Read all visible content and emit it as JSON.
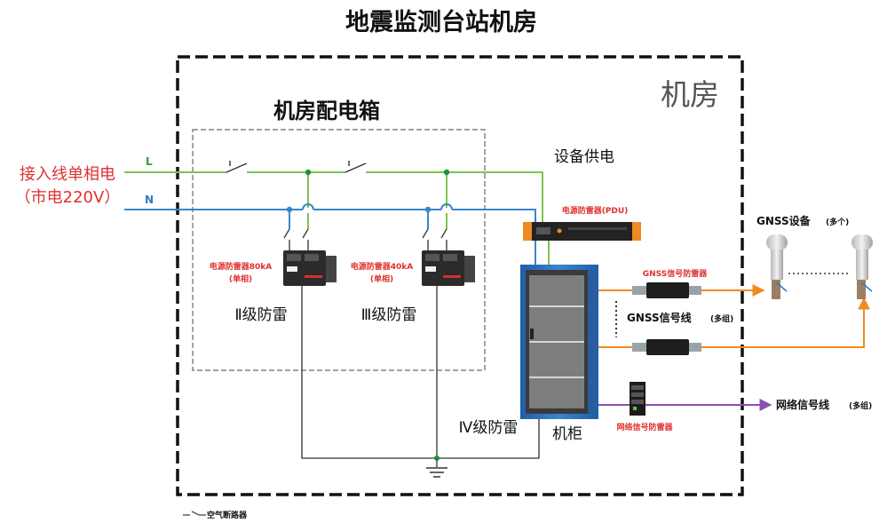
{
  "title": "地震监测台站机房",
  "room_label": "机房",
  "distribution_box_label": "机房配电箱",
  "input_label_line1": "接入线单相电",
  "input_label_line2": "（市电220V）",
  "line_l": "L",
  "line_n": "N",
  "equipment_power": "设备供电",
  "pdu_label": "电源防雷器(PDU)",
  "spd80_line1": "电源防雷器80kA",
  "spd80_line2": "(单相)",
  "spd40_line1": "电源防雷器40kA",
  "spd40_line2": "(单相)",
  "level2": "Ⅱ级防雷",
  "level3": "Ⅲ级防雷",
  "level4": "Ⅳ级防雷",
  "cabinet_label": "机柜",
  "gnss_spd_label": "GNSS信号防雷器",
  "gnss_line_label": "GNSS信号线",
  "gnss_line_note": "(多组)",
  "gnss_device_label": "GNSS设备",
  "gnss_device_note": "(多个)",
  "net_spd_label": "网络信号防雷器",
  "net_line_label": "网络信号线",
  "net_line_note": "(多组)",
  "legend_label": "空气断路器",
  "colors": {
    "live": "#7cc44f",
    "neutral": "#3a86c8",
    "gnss_signal": "#f08a24",
    "network_signal": "#8a4fb3",
    "cabinet_frame": "#2d6fb7",
    "accent_red": "#e03030"
  }
}
